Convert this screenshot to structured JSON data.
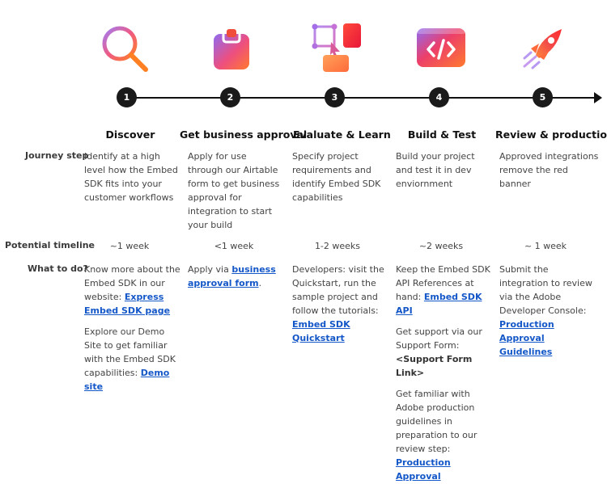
{
  "timeline": {
    "steps": [
      "1",
      "2",
      "3",
      "4",
      "5"
    ]
  },
  "row_labels": {
    "journey": "Journey step",
    "timeline": "Potential timeline",
    "todo": "What to do?"
  },
  "columns": [
    {
      "title": "Discover",
      "icon": "magnifier-icon",
      "journey": "Identify at a high level how the Embed SDK fits into your customer workflows",
      "timeline": "~1 week",
      "todo": {
        "p1_text": "Know more about the Embed SDK in our website: ",
        "p1_link": "Express Embed SDK page",
        "p2_text": "Explore our Demo Site to get familiar with the Embed SDK capabilities: ",
        "p2_link": "Demo site"
      }
    },
    {
      "title": "Get business approval",
      "icon": "clipboard-icon",
      "journey": "Apply for use through our Airtable form to get business approval for integration to start your build",
      "timeline": "<1 week",
      "todo": {
        "p1_text": "Apply via ",
        "p1_link": "business approval form",
        "p1_after": "."
      }
    },
    {
      "title": "Evaluate & Learn",
      "icon": "select-shapes-icon",
      "journey": "Specify project requirements and identify Embed SDK capabilities",
      "timeline": "1-2 weeks",
      "todo": {
        "p1_text": "Developers: visit the Quickstart, run the sample project and follow the tutorials: ",
        "p1_link": "Embed SDK Quickstart"
      }
    },
    {
      "title": "Build & Test",
      "icon": "code-icon",
      "journey": "Build your project and test it in dev enviornment",
      "timeline": "~2 weeks",
      "todo": {
        "p1_text": "Keep the Embed SDK API References at hand: ",
        "p1_link": "Embed SDK API",
        "p2_text": "Get support via our Support Form: ",
        "p2_bold": "<Support Form Link>",
        "p3_text": "Get familiar with Adobe production guidelines in preparation to our review step: ",
        "p3_link": "Production Approval Guidelines"
      }
    },
    {
      "title": "Review & production",
      "icon": "rocket-icon",
      "journey": "Approved integrations remove the red banner",
      "timeline": "~ 1 week",
      "todo": {
        "p1_text": "Submit the integration to review via the Adobe Developer Console: ",
        "p1_link": "Production Approval Guidelines"
      }
    }
  ],
  "colors": {
    "gradient_start": "#8f6bf2",
    "gradient_mid": "#e94a8a",
    "gradient_end": "#ff7a2e",
    "link": "#1457c8"
  }
}
